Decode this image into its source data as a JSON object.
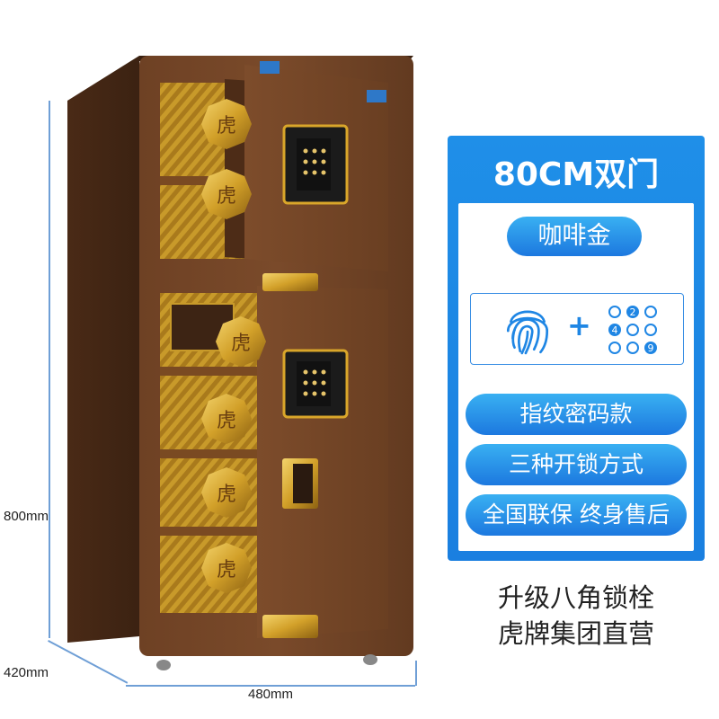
{
  "product": {
    "title": "80CM双门",
    "color_option": "咖啡金",
    "unlock_icons": {
      "fingerprint": "fingerprint-icon",
      "plus": "+",
      "keypad_digits": [
        "2",
        "4",
        "9"
      ]
    },
    "features": [
      "指纹密码款",
      "三种开锁方式",
      "全国联保 终身售后"
    ],
    "bottom_lines": [
      "升级八角锁栓",
      "虎牌集团直营"
    ],
    "bolt_char": "虎"
  },
  "dimensions": {
    "height": "800mm",
    "depth": "420mm",
    "width": "480mm"
  },
  "colors": {
    "panel_blue": "#1a7fe0",
    "safe_brown": "#6a3f22",
    "gold": "#d9a62a"
  }
}
